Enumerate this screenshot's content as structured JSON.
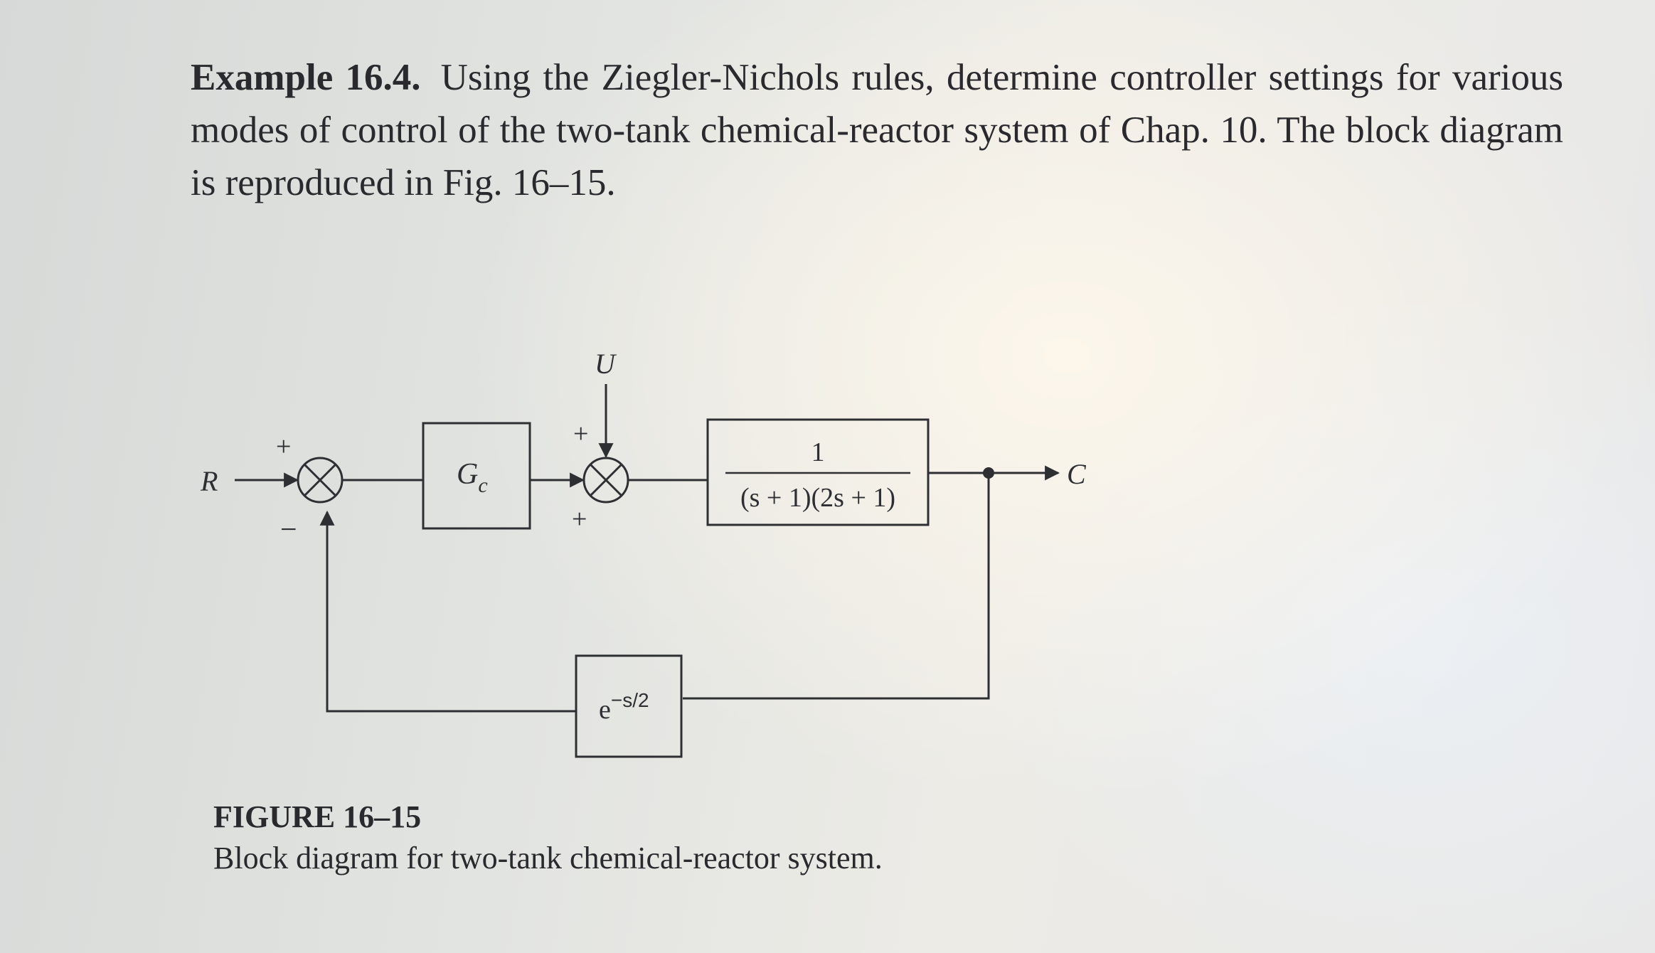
{
  "example": {
    "label": "Example 16.4.",
    "text": "Using the Ziegler-Nichols rules, determine controller settings for various modes of control of the two-tank chemical-reactor system of Chap. 10. The block diagram is reproduced in Fig. 16–15."
  },
  "diagram": {
    "input_label": "R",
    "output_label": "C",
    "disturbance_label": "U",
    "sum1_plus": "+",
    "sum1_minus": "−",
    "sum2_plus_top": "+",
    "sum2_plus_left": "+",
    "controller": {
      "main": "G",
      "sub": "c"
    },
    "process": {
      "numerator": "1",
      "denominator": "(s + 1)(2s + 1)"
    },
    "delay": {
      "base": "e",
      "exponent": "−s/2"
    }
  },
  "figure": {
    "title": "FIGURE 16–15",
    "caption": "Block diagram for two-tank chemical-reactor system."
  }
}
